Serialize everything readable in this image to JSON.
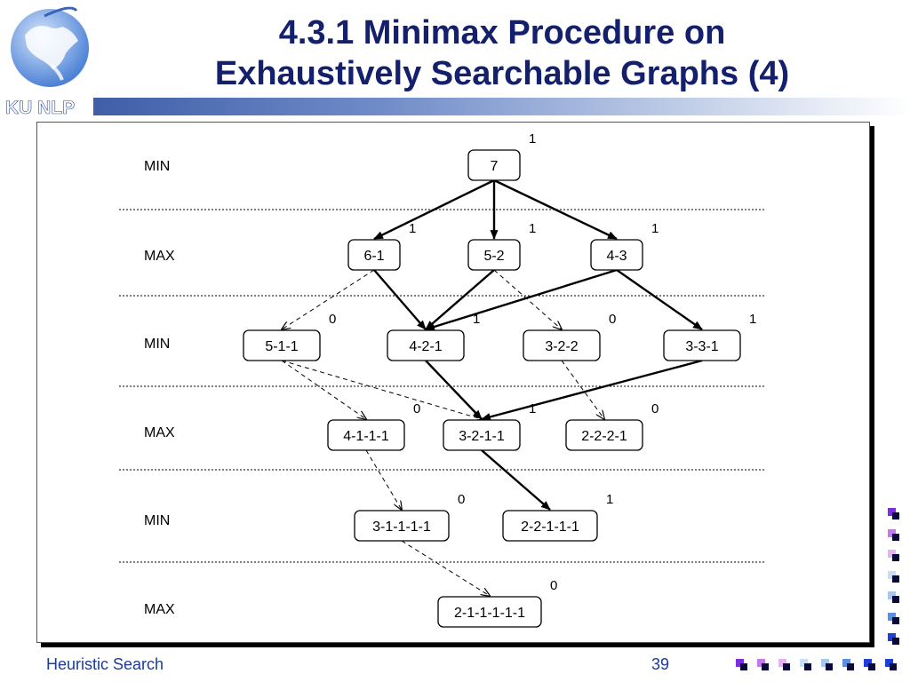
{
  "logo": {
    "text": "KU NLP"
  },
  "title": {
    "line1": "4.3.1 Minimax Procedure on",
    "line2": "Exhaustively Searchable Graphs (4)"
  },
  "diagram": {
    "levels": [
      "MIN",
      "MAX",
      "MIN",
      "MAX",
      "MIN",
      "MAX"
    ],
    "nodes": [
      {
        "id": "n7",
        "label": "7",
        "value": "1"
      },
      {
        "id": "n61",
        "label": "6-1",
        "value": "1"
      },
      {
        "id": "n52",
        "label": "5-2",
        "value": "1"
      },
      {
        "id": "n43",
        "label": "4-3",
        "value": "1"
      },
      {
        "id": "n511",
        "label": "5-1-1",
        "value": "0"
      },
      {
        "id": "n421",
        "label": "4-2-1",
        "value": "1"
      },
      {
        "id": "n322",
        "label": "3-2-2",
        "value": "0"
      },
      {
        "id": "n331",
        "label": "3-3-1",
        "value": "1"
      },
      {
        "id": "n4111",
        "label": "4-1-1-1",
        "value": "0"
      },
      {
        "id": "n3211",
        "label": "3-2-1-1",
        "value": "1"
      },
      {
        "id": "n2221",
        "label": "2-2-2-1",
        "value": "0"
      },
      {
        "id": "n31111",
        "label": "3-1-1-1-1",
        "value": "0"
      },
      {
        "id": "n22111",
        "label": "2-2-1-1-1",
        "value": "1"
      },
      {
        "id": "n211111",
        "label": "2-1-1-1-1-1",
        "value": "0"
      }
    ],
    "edges": [
      {
        "from": "n7",
        "to": "n61",
        "style": "solid"
      },
      {
        "from": "n7",
        "to": "n52",
        "style": "solid"
      },
      {
        "from": "n7",
        "to": "n43",
        "style": "solid"
      },
      {
        "from": "n61",
        "to": "n511",
        "style": "dashed"
      },
      {
        "from": "n61",
        "to": "n421",
        "style": "solid"
      },
      {
        "from": "n52",
        "to": "n421",
        "style": "solid"
      },
      {
        "from": "n52",
        "to": "n322",
        "style": "dashed"
      },
      {
        "from": "n43",
        "to": "n421",
        "style": "solid"
      },
      {
        "from": "n43",
        "to": "n331",
        "style": "solid"
      },
      {
        "from": "n511",
        "to": "n4111",
        "style": "dashed"
      },
      {
        "from": "n511",
        "to": "n3211",
        "style": "dashed"
      },
      {
        "from": "n421",
        "to": "n3211",
        "style": "solid"
      },
      {
        "from": "n331",
        "to": "n3211",
        "style": "solid"
      },
      {
        "from": "n322",
        "to": "n2221",
        "style": "dashed"
      },
      {
        "from": "n4111",
        "to": "n31111",
        "style": "dashed"
      },
      {
        "from": "n3211",
        "to": "n22111",
        "style": "solid"
      },
      {
        "from": "n31111",
        "to": "n211111",
        "style": "dashed"
      }
    ]
  },
  "footer": {
    "left": "Heuristic Search",
    "page": "39"
  },
  "decoration_colors": [
    "#7b2fe0",
    "#c27be8",
    "#e4b3f0",
    "#c9def5",
    "#a7c8ee",
    "#5b8fe0",
    "#1e3fd8"
  ]
}
